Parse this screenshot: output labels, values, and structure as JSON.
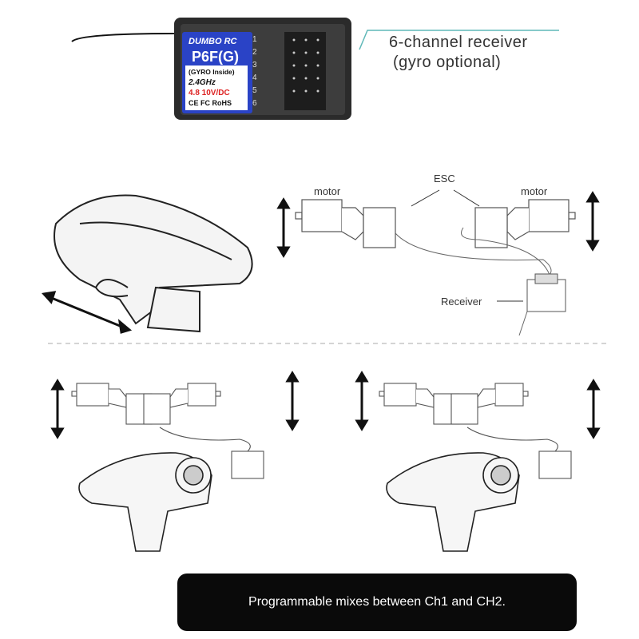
{
  "receiver": {
    "brand": "DUMBO RC",
    "model": "P6F(G)",
    "gyro_label": "(GYRO Inside)",
    "freq": "2.4GHz",
    "voltage": "4.8 10V/DC",
    "certs": "CE FC RoHS",
    "channels": [
      "1",
      "2",
      "3",
      "4",
      "5",
      "6"
    ]
  },
  "callout": {
    "line1": "6-channel receiver",
    "line2": "(gyro optional)"
  },
  "top_diagram": {
    "motor_left": "motor",
    "motor_right": "motor",
    "esc": "ESC",
    "receiver": "Receiver"
  },
  "banner": {
    "text": "Programmable mixes between Ch1 and CH2."
  },
  "colors": {
    "callout_line": "#5fb8b8",
    "label_blue": "#2a3fc0",
    "banner_bg": "#0a0a0a"
  }
}
